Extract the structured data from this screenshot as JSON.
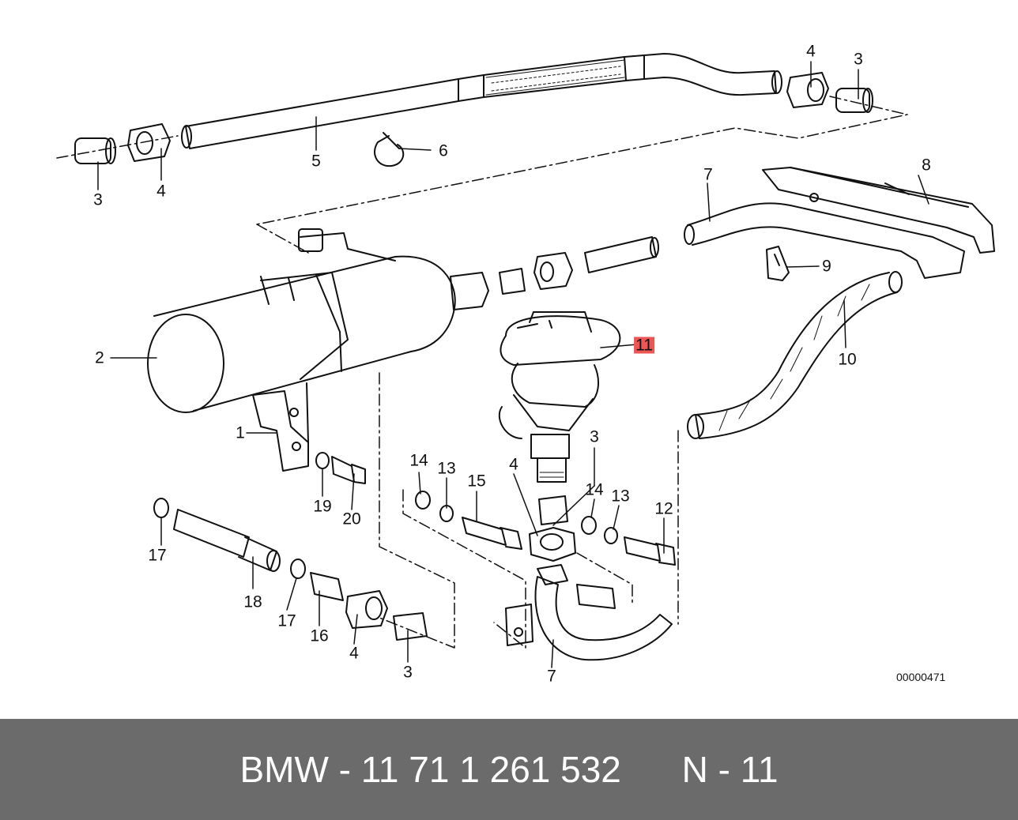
{
  "diagram": {
    "callouts": {
      "c1": "1",
      "c2": "2",
      "c3a": "3",
      "c3b": "3",
      "c3c": "3",
      "c3d": "3",
      "c4a": "4",
      "c4b": "4",
      "c4c": "4",
      "c4d": "4",
      "c5": "5",
      "c6": "6",
      "c7a": "7",
      "c7b": "7",
      "c8": "8",
      "c9": "9",
      "c10": "10",
      "c11": "11",
      "c12": "12",
      "c13a": "13",
      "c13b": "13",
      "c14a": "14",
      "c14b": "14",
      "c15": "15",
      "c16": "16",
      "c17a": "17",
      "c17b": "17",
      "c18": "18",
      "c19": "19",
      "c20": "20"
    },
    "highlight_color": "#ee5555",
    "code": "00000471"
  },
  "footer": {
    "part_text": "BMW - 11 71 1 261 532",
    "position_text": "N - 11",
    "background": "#6b6b6b"
  }
}
